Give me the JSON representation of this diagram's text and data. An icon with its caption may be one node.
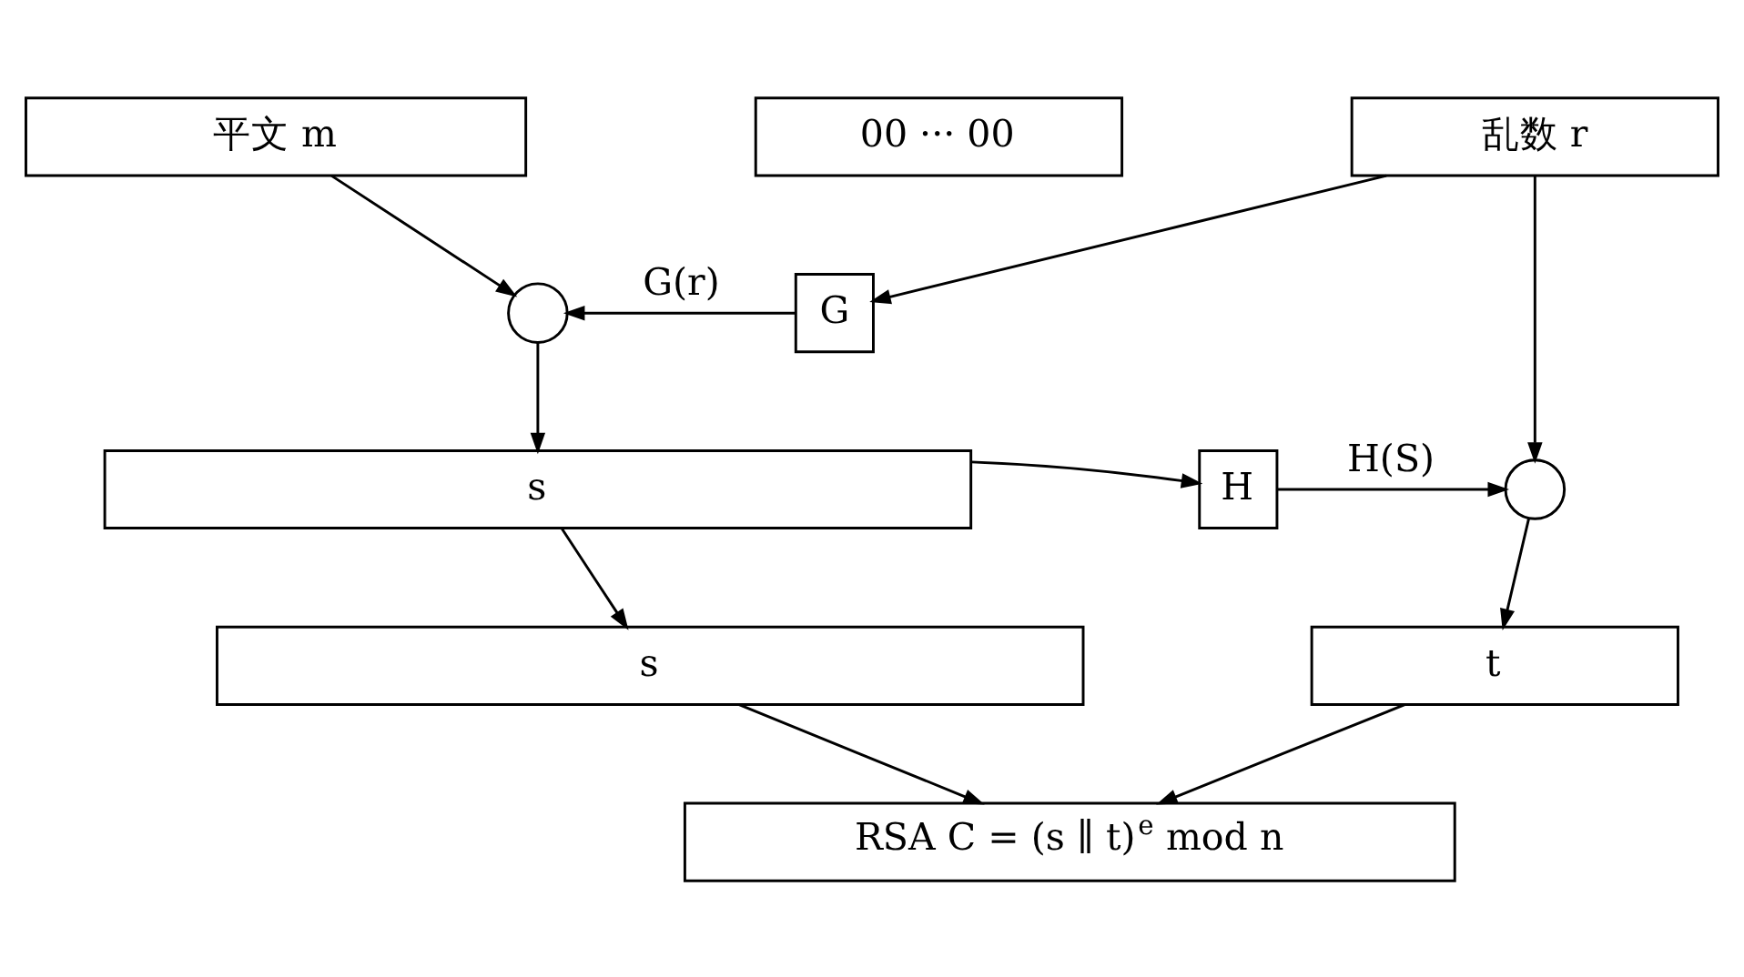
{
  "diagram": {
    "nodes": [
      {
        "text": [
          "平文 m"
        ]
      },
      {
        "text": [
          "00 ··· 00"
        ]
      },
      {
        "text": [
          "乱数 r"
        ]
      },
      {
        "text": [],
        "shape": "circle"
      },
      {
        "text": [
          "G"
        ]
      },
      {
        "text": [
          "s"
        ]
      },
      {
        "text": [
          "H"
        ]
      },
      {
        "text": [],
        "shape": "circle"
      },
      {
        "text": [
          "s"
        ]
      },
      {
        "text": [
          "t"
        ]
      },
      {
        "text": [
          "RSA C = (s ∥ t)$^{e}$ mod n"
        ]
      }
    ],
    "edges": [
      {
        "from": 0,
        "to": 3,
        "arrow": "to"
      },
      {
        "from": 2,
        "to": 4,
        "arrow": "to"
      },
      {
        "from": 4,
        "to": 3,
        "arrow": "to",
        "label": "G(r)"
      },
      {
        "from": 2,
        "to": 7,
        "arrow": "to"
      },
      {
        "from": 3,
        "to": 5,
        "arrow": "to"
      },
      {
        "from": 5,
        "to": 6,
        "arrow": "to"
      },
      {
        "from": 6,
        "to": 7,
        "arrow": "to",
        "label": "H(S)"
      },
      {
        "from": 5,
        "to": 8,
        "arrow": "to"
      },
      {
        "from": 7,
        "to": 9,
        "arrow": "to"
      },
      {
        "from": 8,
        "to": 10,
        "arrow": "to"
      },
      {
        "from": 9,
        "to": 10,
        "arrow": "to"
      }
    ]
  }
}
